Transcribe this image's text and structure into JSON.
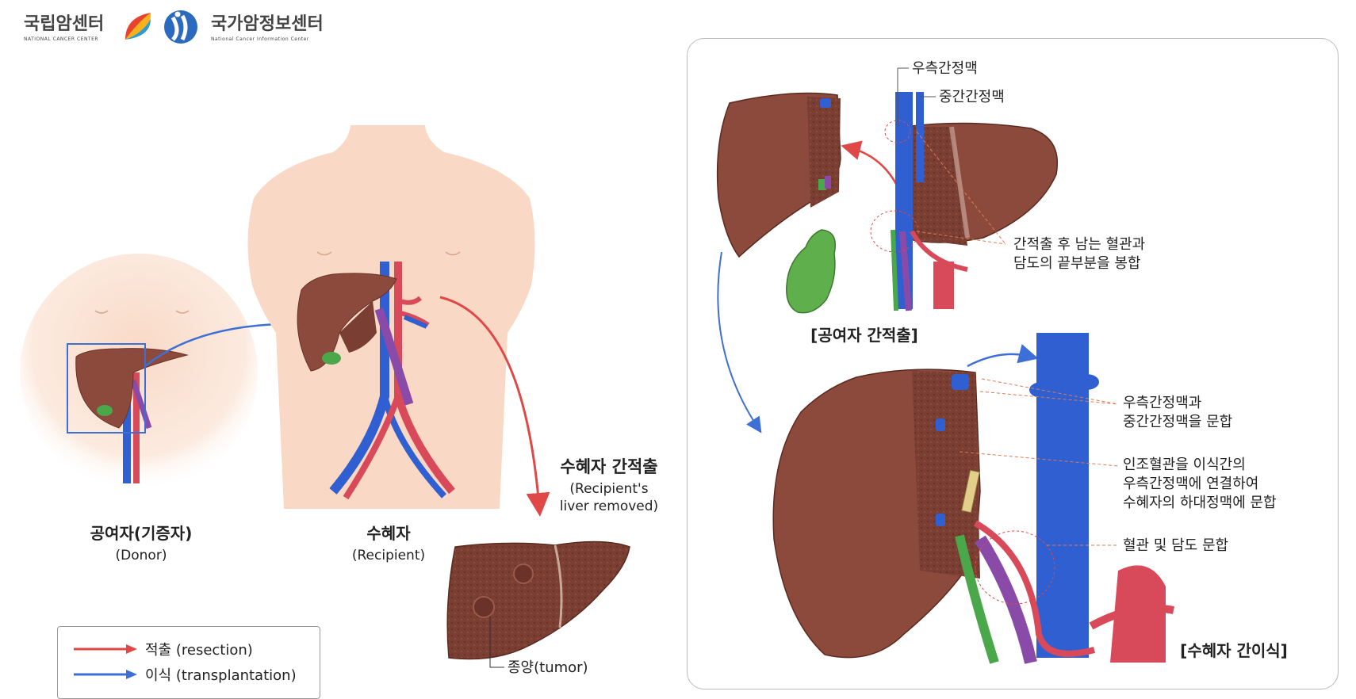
{
  "logos": {
    "ncc_ko": "국립암센터",
    "ncc_en": "NATIONAL CANCER CENTER",
    "nci_ko": "국가암정보센터",
    "nci_en": "National Cancer Information Center"
  },
  "left": {
    "donor_ko": "공여자(기증자)",
    "donor_en": "(Donor)",
    "recipient_ko": "수혜자",
    "recipient_en": "(Recipient)",
    "removal_ko": "수혜자 간적출",
    "removal_en1": "(Recipient's",
    "removal_en2": "liver removed)",
    "tumor": "종양(tumor)"
  },
  "legend": {
    "resection": "적출 (resection)",
    "transplant": "이식 (transplantation)",
    "resection_color": "#e04848",
    "transplant_color": "#3d6fd6"
  },
  "right": {
    "right_hepatic_vein": "우측간정맥",
    "middle_hepatic_vein": "중간간정맥",
    "seal_line1": "간적출 후 남는 혈관과",
    "seal_line2": "담도의 끝부분을 봉합",
    "donor_hepatectomy": "[공여자 간적출]",
    "anast1_line1": "우측간정맥과",
    "anast1_line2": "중간간정맥을 문합",
    "anast2_line1": "인조혈관을 이식간의",
    "anast2_line2": "우측간정맥에 연결하여",
    "anast2_line3": "수혜자의 하대정맥에 문합",
    "anast3": "혈관 및 담도 문합",
    "recipient_transplant": "[수혜자 간이식]"
  },
  "colors": {
    "liver": "#8b4a3c",
    "liver_cut": "#7a3e32",
    "vein": "#2f5fd0",
    "artery": "#d84a5a",
    "bile": "#4aa84a",
    "portal": "#8a4aa8",
    "skin": "#f9d9c6"
  }
}
